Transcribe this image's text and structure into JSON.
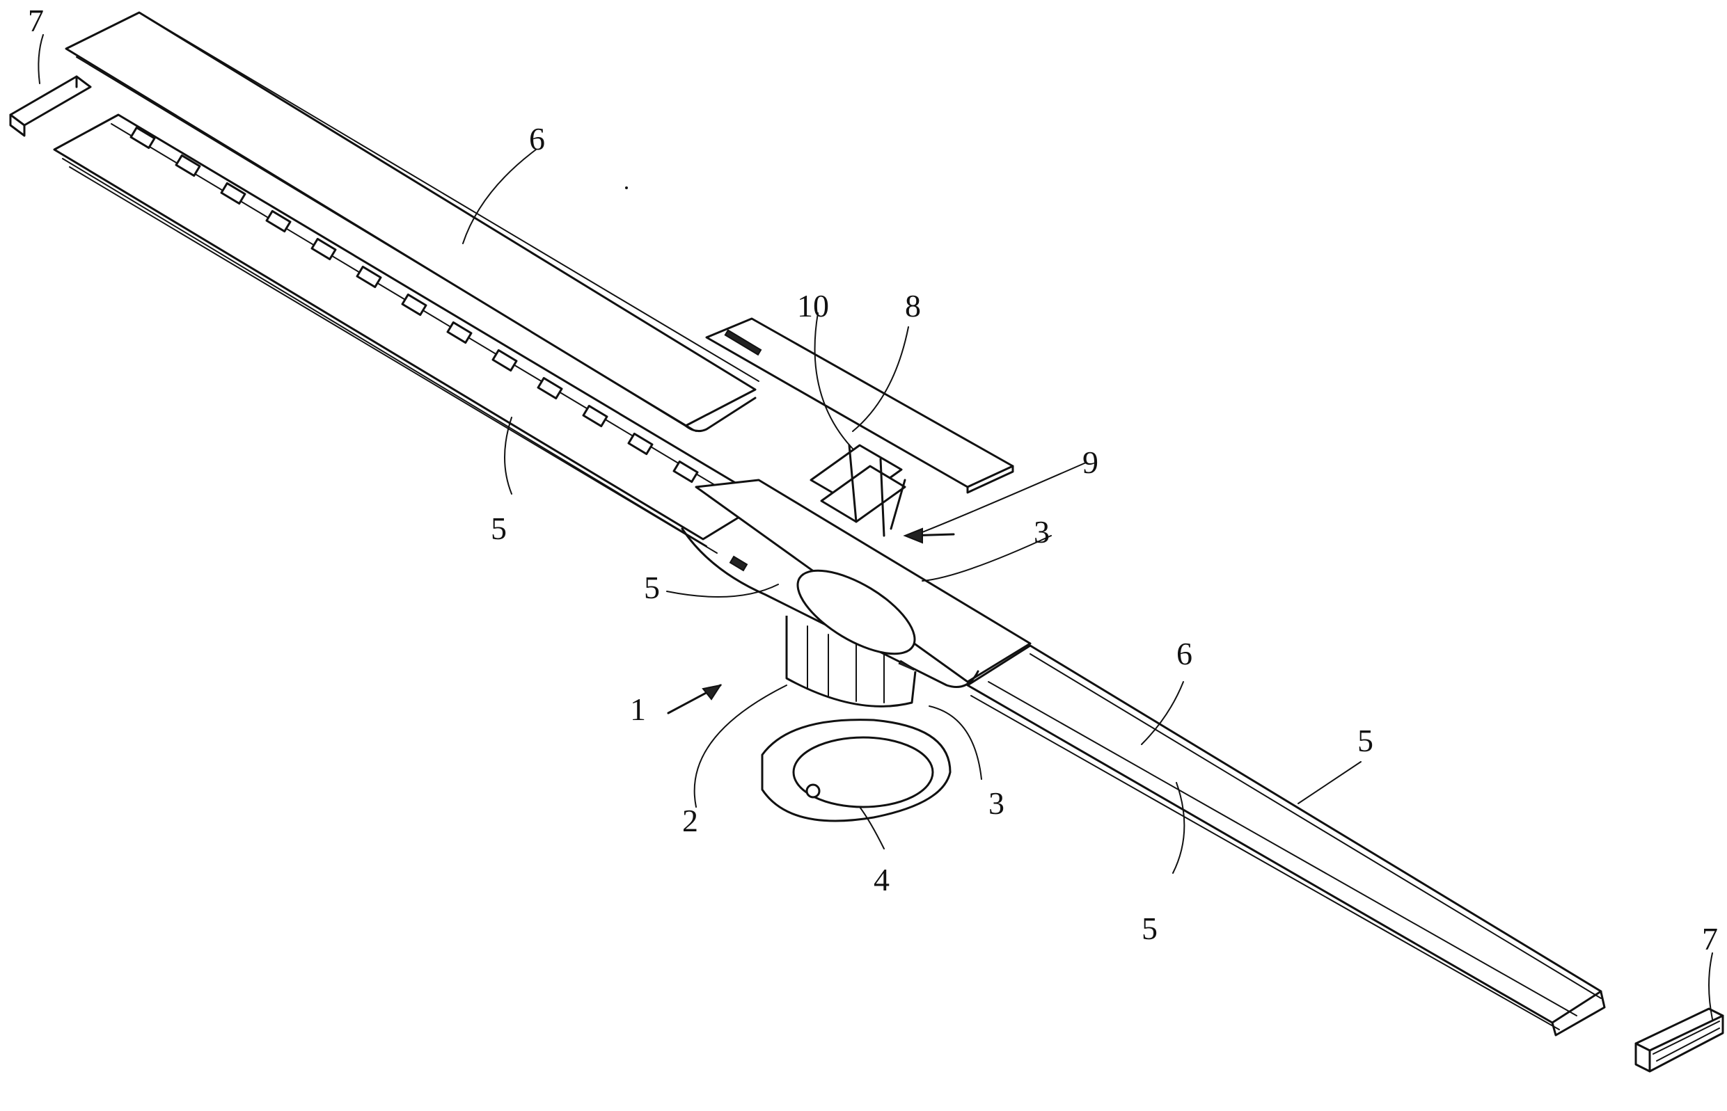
{
  "figure": {
    "reference_labels": {
      "drain_assembly": "1",
      "pipe": "2",
      "flange_left": "3",
      "flange_right": "3",
      "base_plate": "4",
      "channel_left_lower": "5",
      "channel_center": "5",
      "channel_right_upper": "5",
      "channel_right_lower": "5",
      "grate_left": "6",
      "grate_right": "6",
      "end_cap_left": "7",
      "end_cap_right": "7",
      "cover_plate": "8",
      "odor_trap": "9",
      "insert": "10"
    },
    "line_color": "#111111",
    "background": "#ffffff"
  }
}
